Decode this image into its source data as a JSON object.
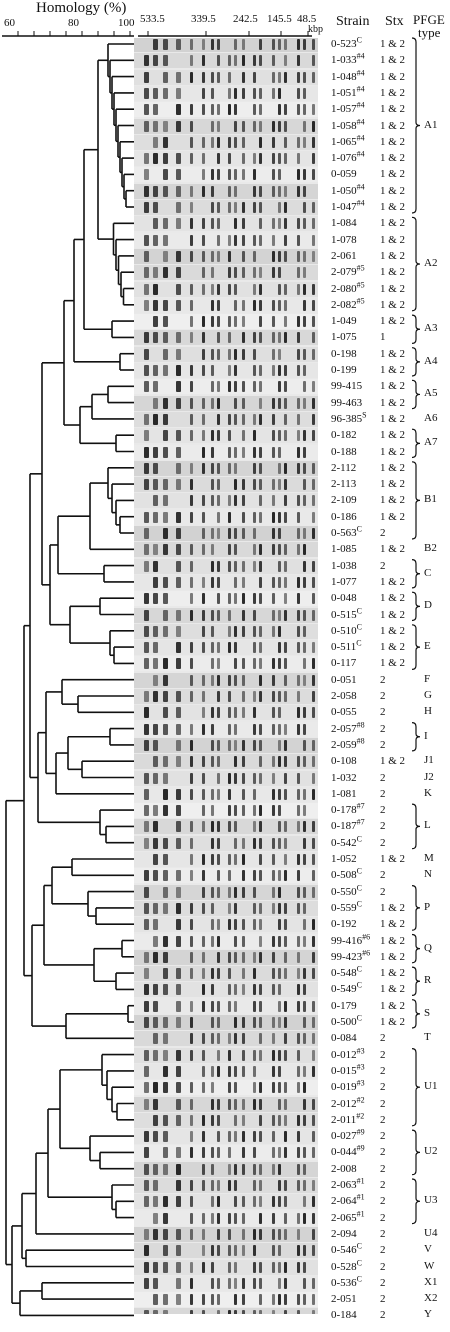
{
  "header": {
    "homology_label": "Homology (%)",
    "homology_ticks": [
      "60",
      "80",
      "100"
    ],
    "size_ticks": [
      "533.5",
      "339.5",
      "242.5",
      "145.5",
      "48.5"
    ],
    "size_unit": "kbp",
    "col_strain": "Strain",
    "col_stx": "Stx",
    "col_pfge_1": "PFGE",
    "col_pfge_2": "type"
  },
  "rows": [
    {
      "strain": "0-523",
      "sup": "C",
      "stx": "1 & 2"
    },
    {
      "strain": "1-033",
      "sup": "#4",
      "stx": "1 & 2"
    },
    {
      "strain": "1-048",
      "sup": "#4",
      "stx": "1 & 2"
    },
    {
      "strain": "1-051",
      "sup": "#4",
      "stx": "1 & 2"
    },
    {
      "strain": "1-057",
      "sup": "#4",
      "stx": "1 & 2"
    },
    {
      "strain": "1-058",
      "sup": "#4",
      "stx": "1 & 2"
    },
    {
      "strain": "1-065",
      "sup": "#4",
      "stx": "1 & 2"
    },
    {
      "strain": "1-076",
      "sup": "#4",
      "stx": "1 & 2"
    },
    {
      "strain": "0-059",
      "sup": "",
      "stx": "1 & 2"
    },
    {
      "strain": "1-050",
      "sup": "#4",
      "stx": "1 & 2"
    },
    {
      "strain": "1-047",
      "sup": "#4",
      "stx": "1 & 2"
    },
    {
      "strain": "1-084",
      "sup": "",
      "stx": "1 & 2"
    },
    {
      "strain": "1-078",
      "sup": "",
      "stx": "1 & 2"
    },
    {
      "strain": "2-061",
      "sup": "",
      "stx": "1 & 2"
    },
    {
      "strain": "2-079",
      "sup": "#5",
      "stx": "1 & 2"
    },
    {
      "strain": "2-080",
      "sup": "#5",
      "stx": "1 & 2"
    },
    {
      "strain": "2-082",
      "sup": "#5",
      "stx": "1 & 2"
    },
    {
      "strain": "1-049",
      "sup": "",
      "stx": "1 & 2"
    },
    {
      "strain": "1-075",
      "sup": "",
      "stx": "1"
    },
    {
      "strain": "0-198",
      "sup": "",
      "stx": "1 & 2"
    },
    {
      "strain": "0-199",
      "sup": "",
      "stx": "1 & 2"
    },
    {
      "strain": "99-415",
      "sup": "",
      "stx": "1 & 2"
    },
    {
      "strain": "99-463",
      "sup": "",
      "stx": "1 & 2"
    },
    {
      "strain": "96-385",
      "sup": "S",
      "stx": "1 & 2"
    },
    {
      "strain": "0-182",
      "sup": "",
      "stx": "1 & 2"
    },
    {
      "strain": "0-188",
      "sup": "",
      "stx": "1 & 2"
    },
    {
      "strain": "2-112",
      "sup": "",
      "stx": "1 & 2"
    },
    {
      "strain": "2-113",
      "sup": "",
      "stx": "1 & 2"
    },
    {
      "strain": "2-109",
      "sup": "",
      "stx": "1 & 2"
    },
    {
      "strain": "0-186",
      "sup": "",
      "stx": "1 & 2"
    },
    {
      "strain": "0-563",
      "sup": "C",
      "stx": "2"
    },
    {
      "strain": "1-085",
      "sup": "",
      "stx": "1 & 2"
    },
    {
      "strain": "1-038",
      "sup": "",
      "stx": "2"
    },
    {
      "strain": "1-077",
      "sup": "",
      "stx": "1 & 2"
    },
    {
      "strain": "0-048",
      "sup": "",
      "stx": "1 & 2"
    },
    {
      "strain": "0-515",
      "sup": "C",
      "stx": "1 & 2"
    },
    {
      "strain": "0-510",
      "sup": "C",
      "stx": "1 & 2"
    },
    {
      "strain": "0-511",
      "sup": "C",
      "stx": "1 & 2"
    },
    {
      "strain": "0-117",
      "sup": "",
      "stx": "1 & 2"
    },
    {
      "strain": "0-051",
      "sup": "",
      "stx": "2"
    },
    {
      "strain": "2-058",
      "sup": "",
      "stx": "2"
    },
    {
      "strain": "0-055",
      "sup": "",
      "stx": "2"
    },
    {
      "strain": "2-057",
      "sup": "#8",
      "stx": "2"
    },
    {
      "strain": "2-059",
      "sup": "#8",
      "stx": "2"
    },
    {
      "strain": "0-108",
      "sup": "",
      "stx": "1 & 2"
    },
    {
      "strain": "1-032",
      "sup": "",
      "stx": "2"
    },
    {
      "strain": "1-081",
      "sup": "",
      "stx": "2"
    },
    {
      "strain": "0-178",
      "sup": "#7",
      "stx": "2"
    },
    {
      "strain": "0-187",
      "sup": "#7",
      "stx": "2"
    },
    {
      "strain": "0-542",
      "sup": "C",
      "stx": "2"
    },
    {
      "strain": "1-052",
      "sup": "",
      "stx": "1 & 2"
    },
    {
      "strain": "0-508",
      "sup": "C",
      "stx": "2"
    },
    {
      "strain": "0-550",
      "sup": "C",
      "stx": "2"
    },
    {
      "strain": "0-559",
      "sup": "C",
      "stx": "1 & 2"
    },
    {
      "strain": "0-192",
      "sup": "",
      "stx": "1 & 2"
    },
    {
      "strain": "99-416",
      "sup": "#6",
      "stx": "1 & 2"
    },
    {
      "strain": "99-423",
      "sup": "#6",
      "stx": "1 & 2"
    },
    {
      "strain": "0-548",
      "sup": "C",
      "stx": "1 & 2"
    },
    {
      "strain": "0-549",
      "sup": "C",
      "stx": "1 & 2"
    },
    {
      "strain": "0-179",
      "sup": "",
      "stx": "1 & 2"
    },
    {
      "strain": "0-500",
      "sup": "C",
      "stx": "1 & 2"
    },
    {
      "strain": "0-084",
      "sup": "",
      "stx": "2"
    },
    {
      "strain": "0-012",
      "sup": "#3",
      "stx": "2"
    },
    {
      "strain": "0-015",
      "sup": "#3",
      "stx": "2"
    },
    {
      "strain": "0-019",
      "sup": "#3",
      "stx": "2"
    },
    {
      "strain": "2-012",
      "sup": "#2",
      "stx": "2"
    },
    {
      "strain": "2-011",
      "sup": "#2",
      "stx": "2"
    },
    {
      "strain": "0-027",
      "sup": "#9",
      "stx": "2"
    },
    {
      "strain": "0-044",
      "sup": "#9",
      "stx": "2"
    },
    {
      "strain": "2-008",
      "sup": "",
      "stx": "2"
    },
    {
      "strain": "2-063",
      "sup": "#1",
      "stx": "2"
    },
    {
      "strain": "2-064",
      "sup": "#1",
      "stx": "2"
    },
    {
      "strain": "2-065",
      "sup": "#1",
      "stx": "2"
    },
    {
      "strain": "2-094",
      "sup": "",
      "stx": "2"
    },
    {
      "strain": "0-546",
      "sup": "C",
      "stx": "2"
    },
    {
      "strain": "0-528",
      "sup": "C",
      "stx": "2"
    },
    {
      "strain": "0-536",
      "sup": "C",
      "stx": "2"
    },
    {
      "strain": "2-051",
      "sup": "",
      "stx": "2"
    },
    {
      "strain": "0-184",
      "sup": "",
      "stx": "2"
    }
  ],
  "groups": [
    {
      "label": "A1",
      "start": 0,
      "end": 10
    },
    {
      "label": "A2",
      "start": 11,
      "end": 16
    },
    {
      "label": "A3",
      "start": 17,
      "end": 18
    },
    {
      "label": "A4",
      "start": 19,
      "end": 20
    },
    {
      "label": "A5",
      "start": 21,
      "end": 22
    },
    {
      "label": "A6",
      "start": 23,
      "end": 23
    },
    {
      "label": "A7",
      "start": 24,
      "end": 25
    },
    {
      "label": "B1",
      "start": 26,
      "end": 30
    },
    {
      "label": "B2",
      "start": 31,
      "end": 31
    },
    {
      "label": "C",
      "start": 32,
      "end": 33
    },
    {
      "label": "D",
      "start": 34,
      "end": 35
    },
    {
      "label": "E",
      "start": 36,
      "end": 38
    },
    {
      "label": "F",
      "start": 39,
      "end": 39
    },
    {
      "label": "G",
      "start": 40,
      "end": 40
    },
    {
      "label": "H",
      "start": 41,
      "end": 41
    },
    {
      "label": "I",
      "start": 42,
      "end": 43
    },
    {
      "label": "J1",
      "start": 44,
      "end": 44
    },
    {
      "label": "J2",
      "start": 45,
      "end": 45
    },
    {
      "label": "K",
      "start": 46,
      "end": 46
    },
    {
      "label": "L",
      "start": 47,
      "end": 49
    },
    {
      "label": "M",
      "start": 50,
      "end": 50
    },
    {
      "label": "N",
      "start": 51,
      "end": 51
    },
    {
      "label": "P",
      "start": 52,
      "end": 54
    },
    {
      "label": "Q",
      "start": 55,
      "end": 56
    },
    {
      "label": "R",
      "start": 57,
      "end": 58
    },
    {
      "label": "S",
      "start": 59,
      "end": 60
    },
    {
      "label": "T",
      "start": 61,
      "end": 61
    },
    {
      "label": "U1",
      "start": 62,
      "end": 66
    },
    {
      "label": "U2",
      "start": 67,
      "end": 69
    },
    {
      "label": "U3",
      "start": 70,
      "end": 72
    },
    {
      "label": "U4",
      "start": 73,
      "end": 73
    },
    {
      "label": "V",
      "start": 74,
      "end": 74
    },
    {
      "label": "W",
      "start": 75,
      "end": 75
    },
    {
      "label": "X1",
      "start": 76,
      "end": 76
    },
    {
      "label": "X2",
      "start": 77,
      "end": 77
    },
    {
      "label": "Y",
      "start": 78,
      "end": 78
    }
  ]
}
